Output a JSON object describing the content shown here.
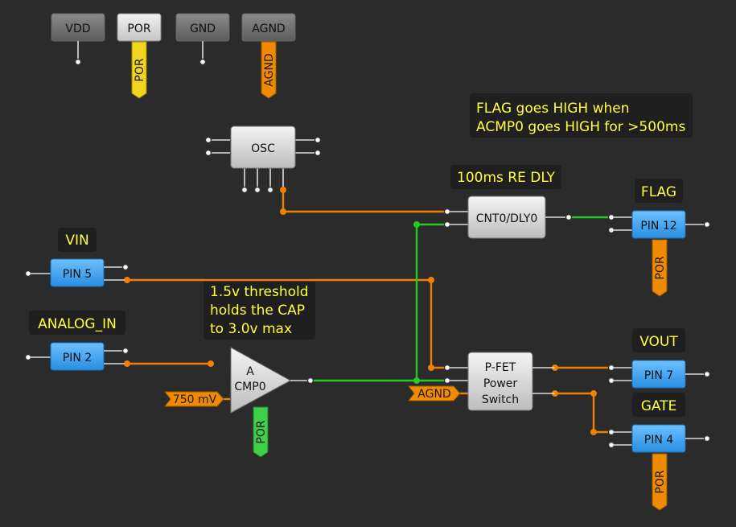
{
  "top_blocks": {
    "vdd": "VDD",
    "por": "POR",
    "gnd": "GND",
    "agnd": "AGND"
  },
  "tags": {
    "por_top": "POR",
    "agnd_top": "AGND",
    "por_cmp": "POR",
    "por_pin12": "POR",
    "por_pin4": "POR",
    "agnd_pfet": "AGND",
    "vref": "750 mV"
  },
  "blocks": {
    "osc": "OSC",
    "cnt": "CNT0/DLY0",
    "cmp_line1": "A",
    "cmp_line2": "CMP0",
    "pfet_line1": "P-FET",
    "pfet_line2": "Power",
    "pfet_line3": "Switch"
  },
  "pins": {
    "pin5": "PIN 5",
    "pin2": "PIN 2",
    "pin12": "PIN 12",
    "pin7": "PIN 7",
    "pin4": "PIN 4"
  },
  "labels": {
    "vin": "VIN",
    "analog_in": "ANALOG_IN",
    "flag": "FLAG",
    "vout": "VOUT",
    "gate": "GATE",
    "delay": "100ms RE DLY"
  },
  "notes": {
    "flag_note_line1": "FLAG goes HIGH when",
    "flag_note_line2": "ACMP0 goes HIGH for >500ms",
    "threshold_line1": "1.5v threshold",
    "threshold_line2": "holds the CAP",
    "threshold_line3": "to 3.0v max"
  },
  "colors": {
    "background": "#2b2b2b",
    "wire_orange": "#f08000",
    "wire_green": "#22cc22",
    "note_text": "#ffff3c",
    "pin_blue": "#3aa0ec",
    "tag_yellow": "#f2d51f",
    "tag_orange": "#f08a00",
    "tag_green": "#3fcf4a"
  }
}
